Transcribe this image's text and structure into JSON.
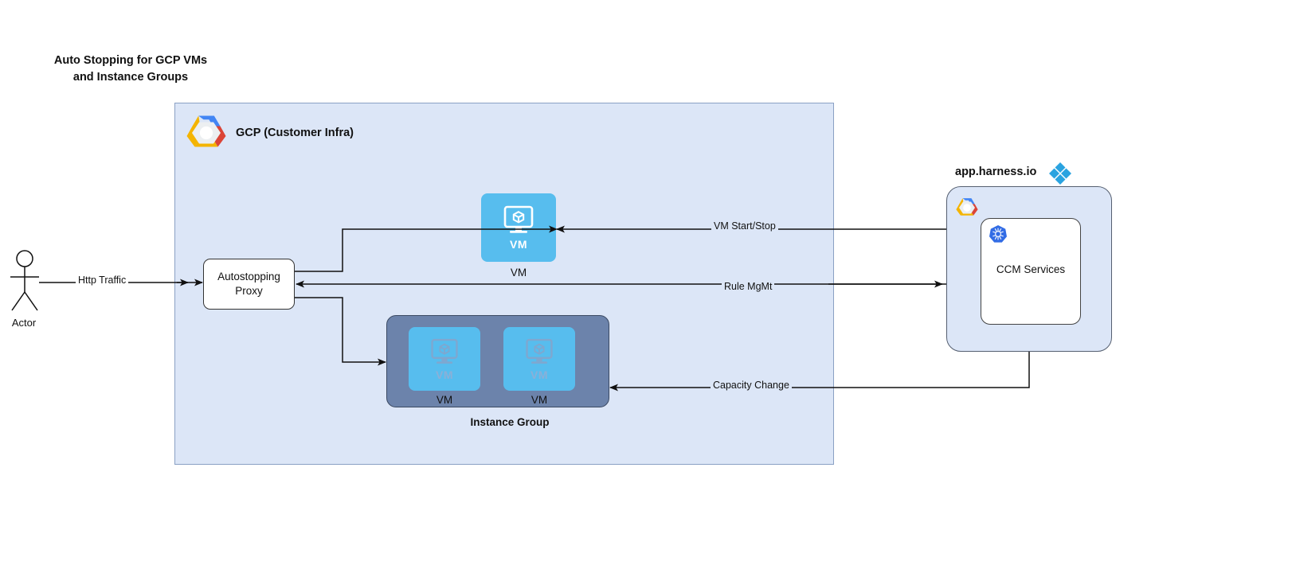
{
  "title": "Auto Stopping for GCP VMs\nand Instance Groups",
  "gcp": {
    "label": "GCP (Customer Infra)",
    "logo_icon": "gcp-logo-icon",
    "background_color": "#dce6f7",
    "border_color": "#8aa0c4"
  },
  "proxy": {
    "label": "Autostopping\nProxy"
  },
  "vm_standalone": {
    "inner_label": "VM",
    "caption": "VM",
    "icon": "vm-monitor-icon",
    "color": "#57bdee"
  },
  "instance_group": {
    "caption": "Instance Group",
    "color": "#6c83ab",
    "members": [
      {
        "inner_label": "VM",
        "caption": "VM",
        "icon": "vm-monitor-icon"
      },
      {
        "inner_label": "VM",
        "caption": "VM",
        "icon": "vm-monitor-icon"
      }
    ]
  },
  "harness": {
    "title": "app.harness.io",
    "logo_icon": "harness-diamond-icon",
    "gcp_logo_icon": "gcp-logo-icon",
    "ccm": {
      "label": "CCM Services",
      "icon": "kubernetes-icon"
    },
    "accent_color": "#2aa3e0",
    "background_color": "#dce6f7"
  },
  "actor": {
    "label": "Actor",
    "icon": "stick-figure-icon"
  },
  "edges": [
    {
      "id": "http-traffic",
      "label": "Http Traffic",
      "from": "Actor",
      "to": "Autostopping Proxy"
    },
    {
      "id": "vm-start-stop",
      "label": "VM Start/Stop",
      "from": "CCM Services",
      "to": "VM"
    },
    {
      "id": "rule-mgmt",
      "label": "Rule MgMt",
      "from": "CCM Services",
      "to": "Autostopping Proxy"
    },
    {
      "id": "capacity-change",
      "label": "Capacity Change",
      "from": "CCM Services",
      "to": "Instance Group"
    },
    {
      "id": "proxy-to-vm",
      "label": "",
      "from": "Autostopping Proxy",
      "to": "VM"
    },
    {
      "id": "proxy-to-group",
      "label": "",
      "from": "Autostopping Proxy",
      "to": "Instance Group"
    }
  ]
}
